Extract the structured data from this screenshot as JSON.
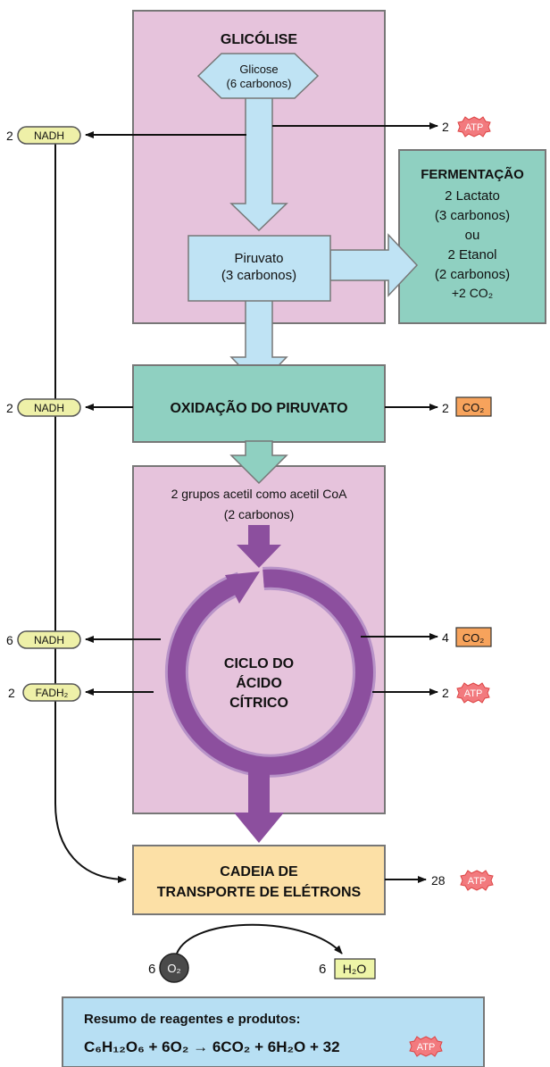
{
  "glycolysis": {
    "title": "GLICÓLISE",
    "glucose_line1": "Glicose",
    "glucose_line2": "(6 carbonos)",
    "pyruvate_line1": "Piruvato",
    "pyruvate_line2": "(3 carbonos)"
  },
  "fermentation": {
    "title": "FERMENTAÇÃO",
    "lines": [
      "2 Lactato",
      "(3 carbonos)",
      "ou",
      "2 Etanol",
      "(2 carbonos)",
      "+2 CO₂"
    ]
  },
  "pyruvate_oxidation": {
    "title": "OXIDAÇÃO DO PIRUVATO"
  },
  "citric_cycle": {
    "acetyl_line1": "2 grupos acetil como acetil CoA",
    "acetyl_line2": "(2 carbonos)",
    "title_lines": [
      "CICLO DO",
      "ÁCIDO",
      "CÍTRICO"
    ]
  },
  "etc": {
    "title_lines": [
      "CADEIA DE",
      "TRANSPORTE DE ELÉTRONS"
    ]
  },
  "left_outputs": [
    {
      "count": "2",
      "molecule": "NADH"
    },
    {
      "count": "2",
      "molecule": "NADH"
    },
    {
      "count": "6",
      "molecule": "NADH"
    },
    {
      "count": "2",
      "molecule": "FADH₂"
    }
  ],
  "right_outputs": [
    {
      "count": "2",
      "molecule": "ATP"
    },
    {
      "count": "2",
      "molecule": "CO₂"
    },
    {
      "count": "4",
      "molecule": "CO₂"
    },
    {
      "count": "2",
      "molecule": "ATP"
    },
    {
      "count": "28",
      "molecule": "ATP"
    }
  ],
  "oxygen": {
    "count": "6",
    "molecule": "O₂"
  },
  "water": {
    "count": "6",
    "molecule": "H₂O"
  },
  "summary": {
    "title": "Resumo de reagentes e produtos:",
    "equation": "C₆H₁₂O₆ + 6O₂ → 6CO₂ + 6H₂O + 32",
    "atp_label": "ATP"
  },
  "colors": {
    "pink_panel": "#e6c3dc",
    "teal": "#8fd0c1",
    "light_blue": "#bfe3f4",
    "purple": "#8c4f9e",
    "cream": "#fce0a6",
    "nadh_fill": "#eef0a8",
    "co2_fill": "#f7a35c",
    "atp_fill": "#f27a7e",
    "h2o_fill": "#eef5a8",
    "summary_fill": "#b7dff3",
    "o2_fill": "#4a4a4a"
  }
}
